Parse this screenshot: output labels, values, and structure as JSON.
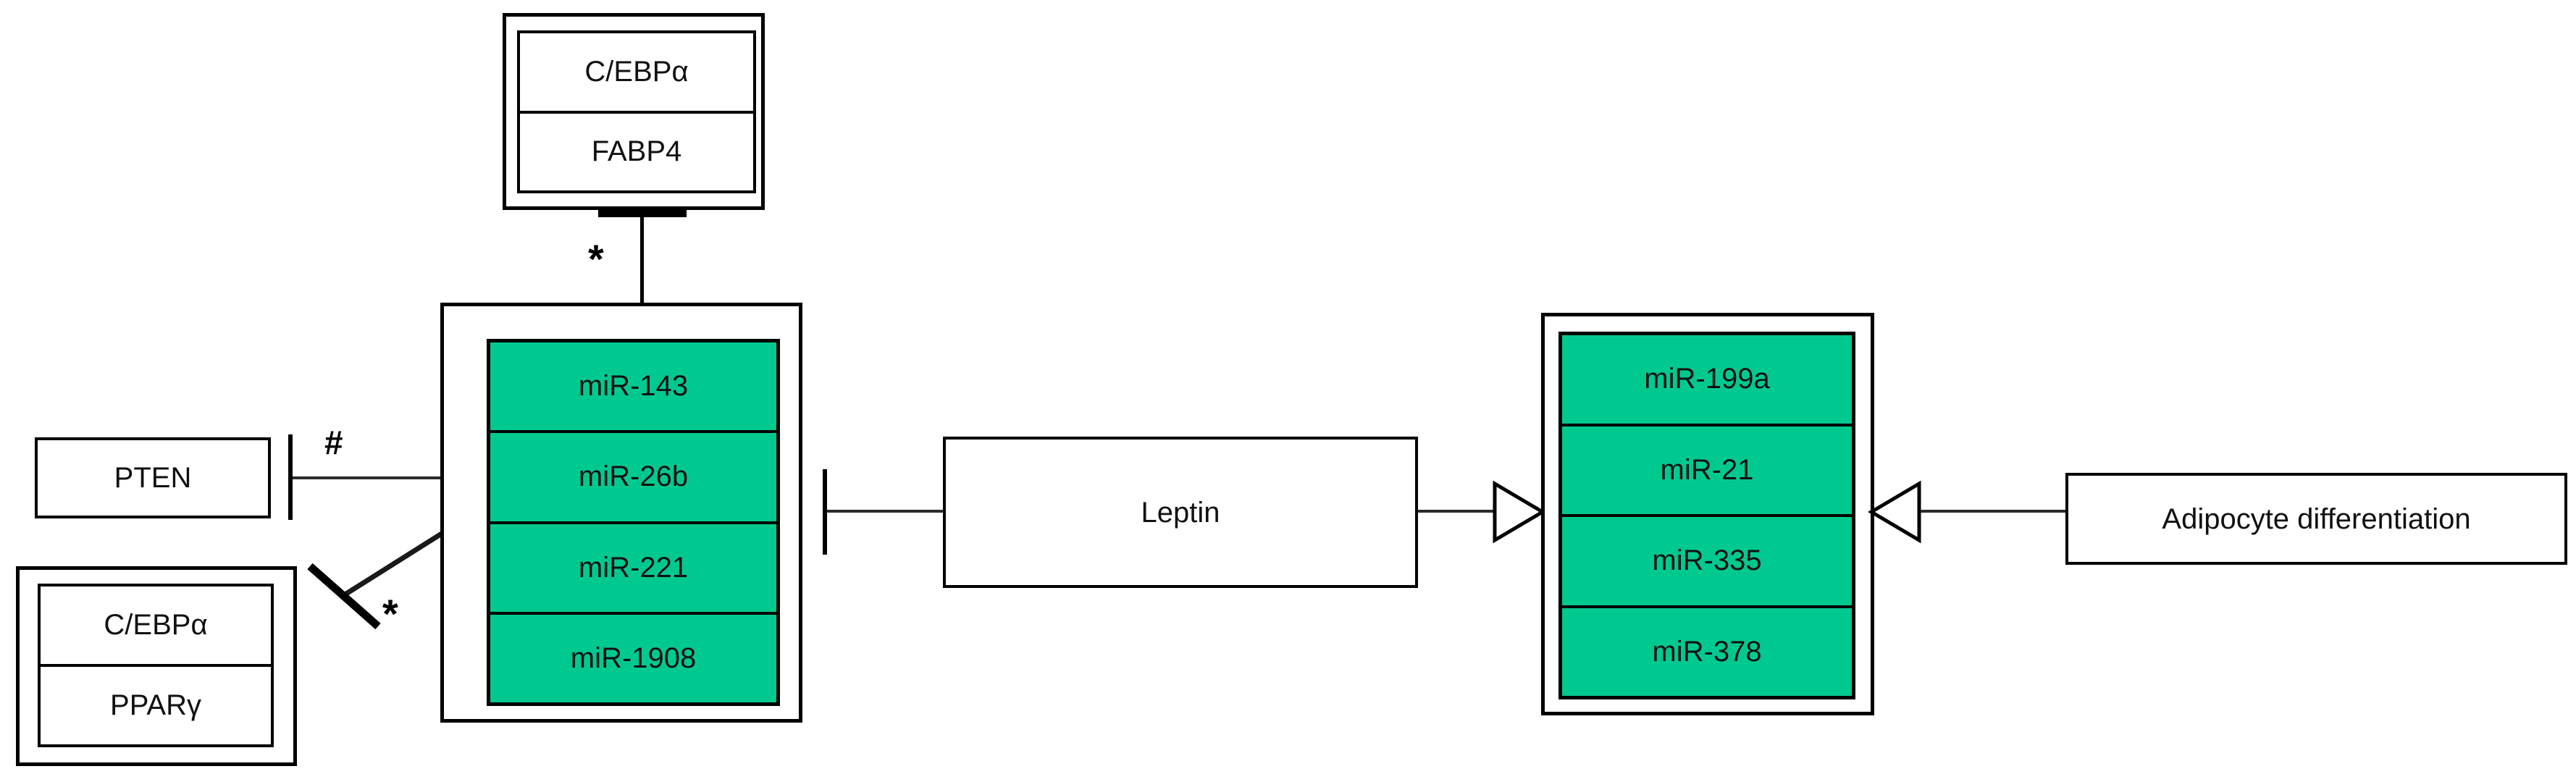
{
  "figure": {
    "type": "pathway-diagram",
    "colors": {
      "node_green": "#00c98f",
      "border": "#000000",
      "connector": "#2b2b2b",
      "background": "#ffffff"
    }
  },
  "nodes": {
    "top_targets": {
      "name": "top-target-group",
      "rows": [
        "C/EBPα",
        "FABP4"
      ]
    },
    "pten": {
      "name": "pten-node",
      "label": "PTEN"
    },
    "lower_targets": {
      "name": "lower-target-group",
      "rows": [
        "C/EBPα",
        "PPARγ"
      ]
    },
    "left_mirnas": {
      "name": "left-mirna-group",
      "rows": [
        "miR-143",
        "miR-26b",
        "miR-221",
        "miR-1908"
      ]
    },
    "leptin": {
      "name": "leptin-node",
      "label": "Leptin"
    },
    "right_mirnas": {
      "name": "right-mirna-group",
      "rows": [
        "miR-199a",
        "miR-21",
        "miR-335",
        "miR-378"
      ]
    },
    "adipocyte": {
      "name": "adipocyte-node",
      "label": "Adipocyte differentiation"
    }
  },
  "edges": {
    "mirna_inhibits_top_targets": {
      "from": "left_mirnas",
      "to": "top_targets",
      "kind": "inhibition",
      "annotation": "*"
    },
    "mirna_inhibits_pten": {
      "from": "left_mirnas",
      "to": "pten",
      "kind": "inhibition",
      "annotation": "#"
    },
    "mirna_inhibits_lower_targets": {
      "from": "left_mirnas",
      "to": "lower_targets",
      "kind": "inhibition",
      "annotation": "*"
    },
    "leptin_inhibits_mirnas": {
      "from": "leptin",
      "to": "left_mirnas",
      "kind": "inhibition",
      "annotation": ""
    },
    "leptin_activates_right_mirnas": {
      "from": "leptin",
      "to": "right_mirnas",
      "kind": "activation",
      "annotation": ""
    },
    "adipocyte_activates_right_mirnas": {
      "from": "adipocyte",
      "to": "right_mirnas",
      "kind": "activation",
      "annotation": ""
    }
  },
  "annotations": {
    "hash": "#",
    "star_top": "*",
    "star_lower": "*"
  }
}
